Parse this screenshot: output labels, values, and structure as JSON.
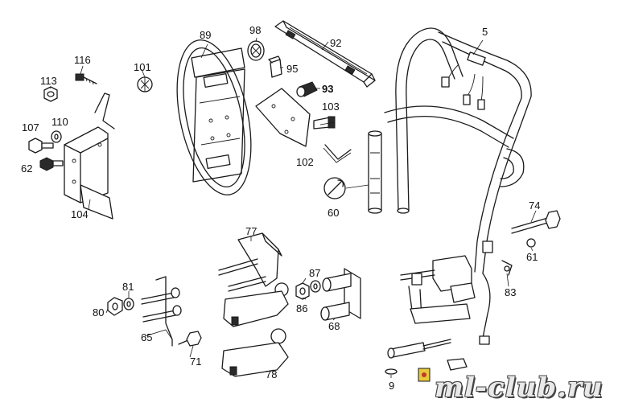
{
  "callouts": [
    {
      "id": "c5",
      "text": "5",
      "bold": false
    },
    {
      "id": "c89",
      "text": "89",
      "bold": false
    },
    {
      "id": "c98",
      "text": "98",
      "bold": false
    },
    {
      "id": "c92",
      "text": "92",
      "bold": false
    },
    {
      "id": "c95",
      "text": "95",
      "bold": false
    },
    {
      "id": "c93",
      "text": "93",
      "bold": true
    },
    {
      "id": "c103",
      "text": "103",
      "bold": false
    },
    {
      "id": "c102",
      "text": "102",
      "bold": false
    },
    {
      "id": "c60",
      "text": "60",
      "bold": false
    },
    {
      "id": "c116",
      "text": "116",
      "bold": false
    },
    {
      "id": "c101",
      "text": "101",
      "bold": false
    },
    {
      "id": "c113",
      "text": "113",
      "bold": false
    },
    {
      "id": "c107",
      "text": "107",
      "bold": false
    },
    {
      "id": "c110",
      "text": "110",
      "bold": false
    },
    {
      "id": "c62",
      "text": "62",
      "bold": false
    },
    {
      "id": "c104",
      "text": "104",
      "bold": false
    },
    {
      "id": "c74",
      "text": "74",
      "bold": false
    },
    {
      "id": "c61",
      "text": "61",
      "bold": false
    },
    {
      "id": "c77",
      "text": "77",
      "bold": false
    },
    {
      "id": "c87",
      "text": "87",
      "bold": false
    },
    {
      "id": "c86",
      "text": "86",
      "bold": false
    },
    {
      "id": "c68",
      "text": "68",
      "bold": false
    },
    {
      "id": "c81",
      "text": "81",
      "bold": false
    },
    {
      "id": "c80",
      "text": "80",
      "bold": false
    },
    {
      "id": "c65",
      "text": "65",
      "bold": false
    },
    {
      "id": "c71",
      "text": "71",
      "bold": false
    },
    {
      "id": "c78",
      "text": "78",
      "bold": false
    },
    {
      "id": "c83",
      "text": "83",
      "bold": false
    },
    {
      "id": "c9",
      "text": "9",
      "bold": false
    }
  ],
  "watermark": {
    "text": "ml-club.ru"
  }
}
